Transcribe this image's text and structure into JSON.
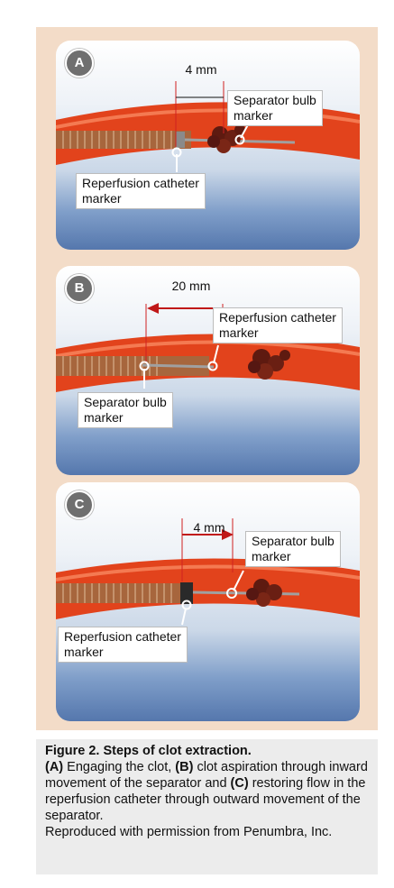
{
  "panels": [
    {
      "letter": "A",
      "measurement": "4 mm",
      "callout_top": "Separator bulb\nmarker",
      "callout_bottom": "Reperfusion catheter\nmarker"
    },
    {
      "letter": "B",
      "measurement": "20 mm",
      "callout_top": "Reperfusion catheter\nmarker",
      "callout_bottom": "Separator bulb\nmarker"
    },
    {
      "letter": "C",
      "measurement": "4 mm",
      "callout_top": "Separator bulb\nmarker",
      "callout_bottom": "Reperfusion catheter\nmarker"
    }
  ],
  "caption": {
    "title": "Figure 2. Steps of clot extraction.",
    "a_label": "(A)",
    "a_text": " Engaging the clot, ",
    "b_label": "(B)",
    "b_text": " clot aspiration through inward movement of the separator and ",
    "c_label": "(C)",
    "c_text": " restoring flow in the reperfusion catheter through outward movement of the separator.",
    "credit": "Reproduced with permission from Penumbra, Inc."
  }
}
